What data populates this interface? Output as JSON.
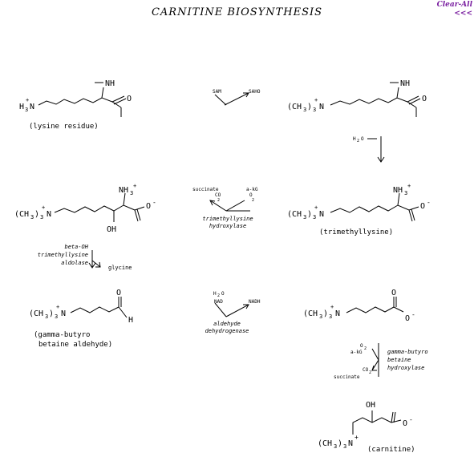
{
  "header": {
    "title": "CARNITINE BIOSYNTHESIS",
    "clear_all": "Clear-All",
    "back": "<<<"
  },
  "labels": {
    "lysine_residue": "(lysine residue)",
    "trimethyllysine": "(trimethyllysine)",
    "gamma_butyro_l1": "(gamma-butyro",
    "gamma_butyro_l2": "betaine aldehyde)",
    "carnitine": "(carnitine)"
  },
  "step1": {
    "left": "SAM",
    "right": "SAHO"
  },
  "step2": {
    "reagent": "H",
    "sub": "2",
    "o": "O"
  },
  "step3": {
    "left": "succinate",
    "right": "a-kG",
    "co2_c": "CO",
    "co2_sub": "2",
    "o2_o": "O",
    "o2_sub": "2",
    "enzyme_l1": "trimethyllysine",
    "enzyme_l2": "hydroxylase"
  },
  "step4": {
    "enzyme_l1": "beta-OH",
    "enzyme_l2": "trimethyllysine",
    "enzyme_l3": "aldolase",
    "product": "glycine"
  },
  "step5": {
    "h2o_h": "H",
    "h2o_sub": "2",
    "h2o_o": "O",
    "nad": "NAD",
    "nadh": "NADH",
    "enzyme_l1": "aldehyde",
    "enzyme_l2": "dehydrogenase"
  },
  "step6": {
    "o2_o": "O",
    "o2_sub": "2",
    "akg": "a-kG",
    "co2_c": "CO",
    "co2_sub": "2",
    "succinate": "succinate",
    "enzyme_l1": "gamma-butyro",
    "enzyme_l2": "betaine",
    "enzyme_l3": "hydroxylase"
  },
  "atoms": {
    "nh": "NH",
    "o": "O",
    "oh": "OH",
    "h": "H",
    "n": "N",
    "h3n": "H",
    "three": "3",
    "plus": "+",
    "minus": "-",
    "me3": "(CH",
    "close": ")"
  }
}
